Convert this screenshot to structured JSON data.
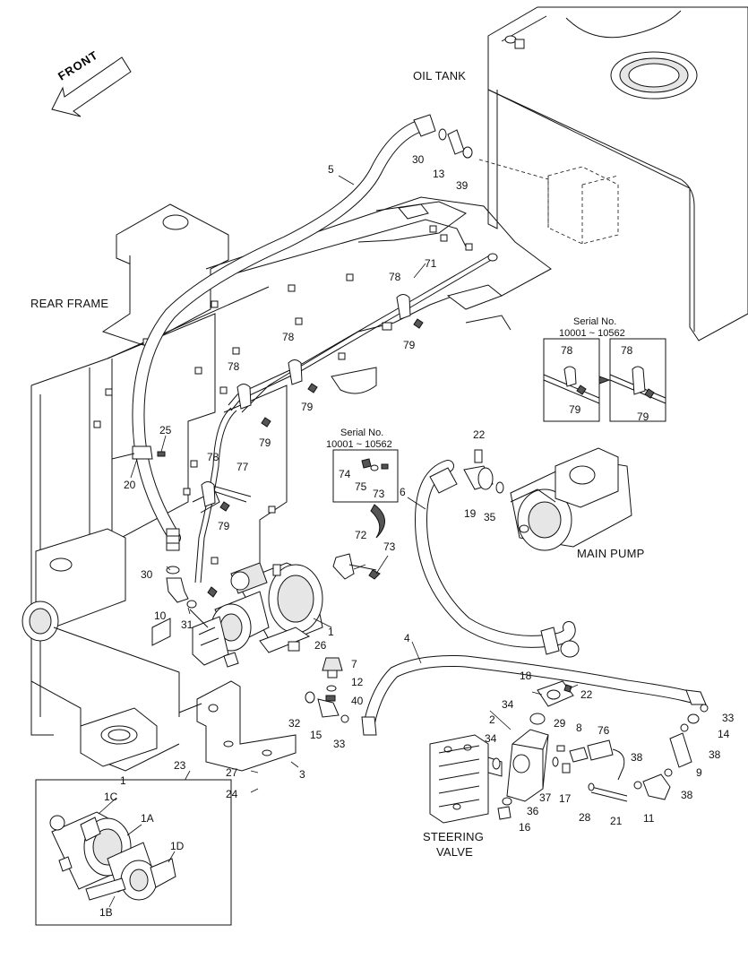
{
  "labels": {
    "oil_tank": "OIL TANK",
    "rear_frame": "REAR FRAME",
    "main_pump": "MAIN PUMP",
    "steering_valve_1": "STEERING",
    "steering_valve_2": "VALVE",
    "front": "FRONT",
    "serial_a_1": "Serial No.",
    "serial_a_2": "10001 ~ 10562",
    "serial_b_1": "Serial No.",
    "serial_b_2": "10001 ~ 10562"
  },
  "callouts": {
    "c1": "1",
    "c1top": "1",
    "c1A": "1A",
    "c1B": "1B",
    "c1C": "1C",
    "c1D": "1D",
    "c2": "2",
    "c3": "3",
    "c4": "4",
    "c5": "5",
    "c6": "6",
    "c7": "7",
    "c8": "8",
    "c9": "9",
    "c10": "10",
    "c11": "11",
    "c12": "12",
    "c13": "13",
    "c14": "14",
    "c15": "15",
    "c16": "16",
    "c17": "17",
    "c18": "18",
    "c19": "19",
    "c20": "20",
    "c21": "21",
    "c22a": "22",
    "c22b": "22",
    "c23": "23",
    "c24": "24",
    "c25": "25",
    "c26": "26",
    "c27": "27",
    "c28": "28",
    "c29": "29",
    "c30a": "30",
    "c30b": "30",
    "c31": "31",
    "c32": "32",
    "c33a": "33",
    "c33b": "33",
    "c34a": "34",
    "c34b": "34",
    "c35": "35",
    "c36": "36",
    "c37": "37",
    "c38a": "38",
    "c38b": "38",
    "c38c": "38",
    "c39": "39",
    "c40": "40",
    "c71": "71",
    "c72": "72",
    "c73a": "73",
    "c73b": "73",
    "c74": "74",
    "c75": "75",
    "c76": "76",
    "c77": "77",
    "c78a": "78",
    "c78b": "78",
    "c78c": "78",
    "c78d": "78",
    "c78e": "78",
    "c78f": "78",
    "c79a": "79",
    "c79b": "79",
    "c79c": "79",
    "c79d": "79",
    "c79e": "79",
    "c79f": "79"
  }
}
